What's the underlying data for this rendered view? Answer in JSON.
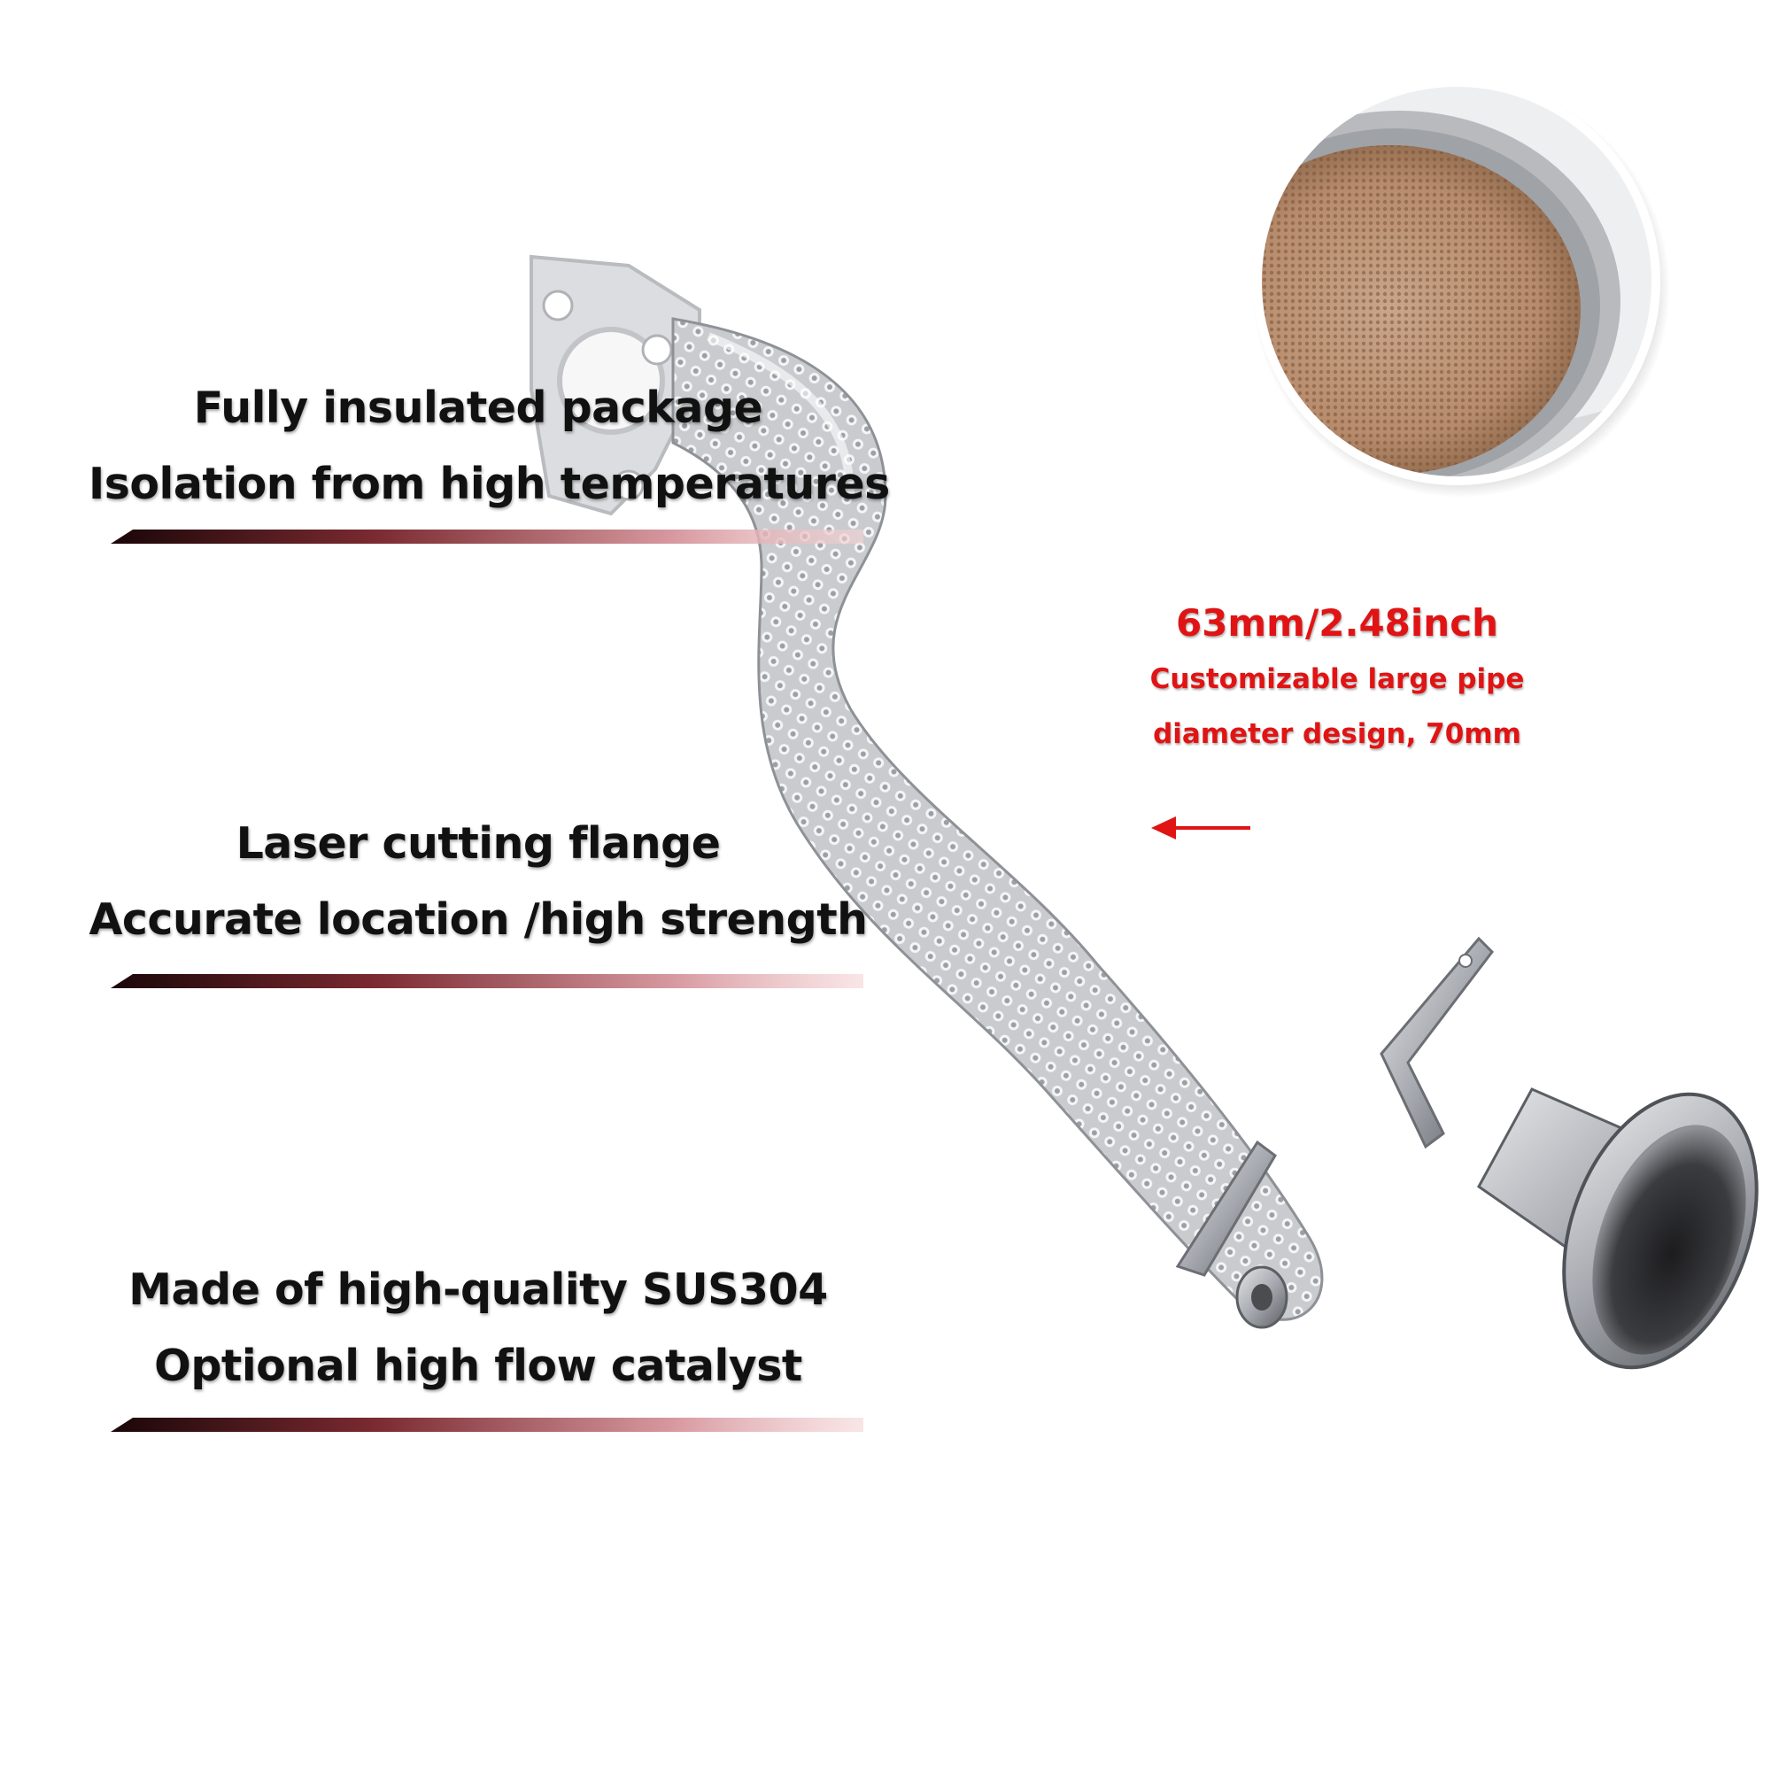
{
  "features": [
    {
      "lines": [
        "Fully insulated package",
        "Isolation from high temperatures"
      ]
    },
    {
      "lines": [
        "Laser cutting flange",
        "Accurate location /high strength"
      ]
    },
    {
      "lines": [
        "Made of high-quality SUS304",
        "Optional high flow catalyst"
      ]
    }
  ],
  "spec": {
    "size": "63mm/2.48inch",
    "note_line1": "Customizable large pipe",
    "note_line2": "diameter design, 70mm"
  },
  "colors": {
    "spec_red": "#e01414",
    "text_dark": "#111111",
    "underline_dark": "#1a0608",
    "underline_mid": "#7a2a30",
    "underline_light": "#f4d4d6"
  },
  "icons": [
    "arrow-left-icon"
  ]
}
